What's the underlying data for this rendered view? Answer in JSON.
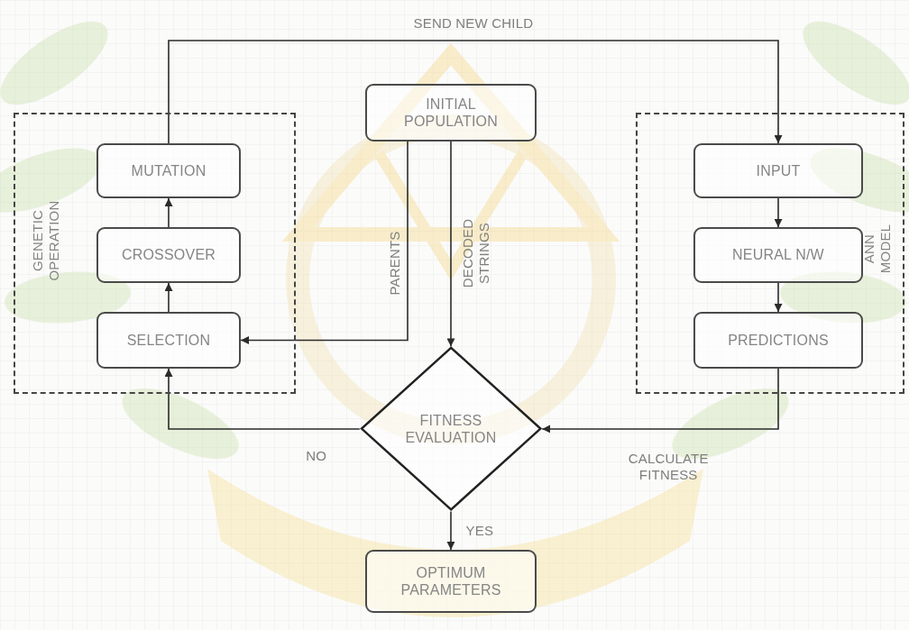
{
  "diagram": {
    "nodes": [
      {
        "text": [
          "GENETIC OPERATION"
        ]
      },
      {
        "text": [
          "MUTATION"
        ],
        "in": 0
      },
      {
        "text": [
          "CROSSOVER"
        ],
        "in": 0
      },
      {
        "text": [
          "SELECTION"
        ],
        "in": 0
      },
      {
        "text": [
          "INITIAL POPULATION"
        ]
      },
      {
        "text": [
          "ANN MODEL"
        ]
      },
      {
        "text": [
          "INPUT"
        ],
        "in": 5
      },
      {
        "text": [
          "NEURAL N/W"
        ],
        "in": 5
      },
      {
        "text": [
          "PREDICTIONS"
        ],
        "in": 5
      },
      {
        "text": [
          "FITNESS EVALUATION"
        ]
      },
      {
        "text": [
          "OPTIMUM PARAMETERS"
        ]
      }
    ],
    "edges": [
      {
        "from": 3,
        "to": 2,
        "arrow": "to"
      },
      {
        "from": 2,
        "to": 1,
        "arrow": "to"
      },
      {
        "from": 1,
        "to": 6,
        "label": "SEND NEW CHILD",
        "arrow": "to"
      },
      {
        "from": 4,
        "to": 3,
        "label": "PARENTS",
        "arrow": "to"
      },
      {
        "from": 4,
        "to": 9,
        "label": "DECODED STRINGS",
        "arrow": "to"
      },
      {
        "from": 9,
        "to": 3,
        "label": "NO",
        "arrow": "to"
      },
      {
        "from": 9,
        "to": 10,
        "label": "YES",
        "arrow": "to"
      },
      {
        "from": 8,
        "to": 9,
        "label": "CALCULATE FITNESS",
        "arrow": "to"
      },
      {
        "from": 6,
        "to": 7,
        "arrow": "to"
      },
      {
        "from": 7,
        "to": 8,
        "arrow": "to"
      }
    ]
  }
}
